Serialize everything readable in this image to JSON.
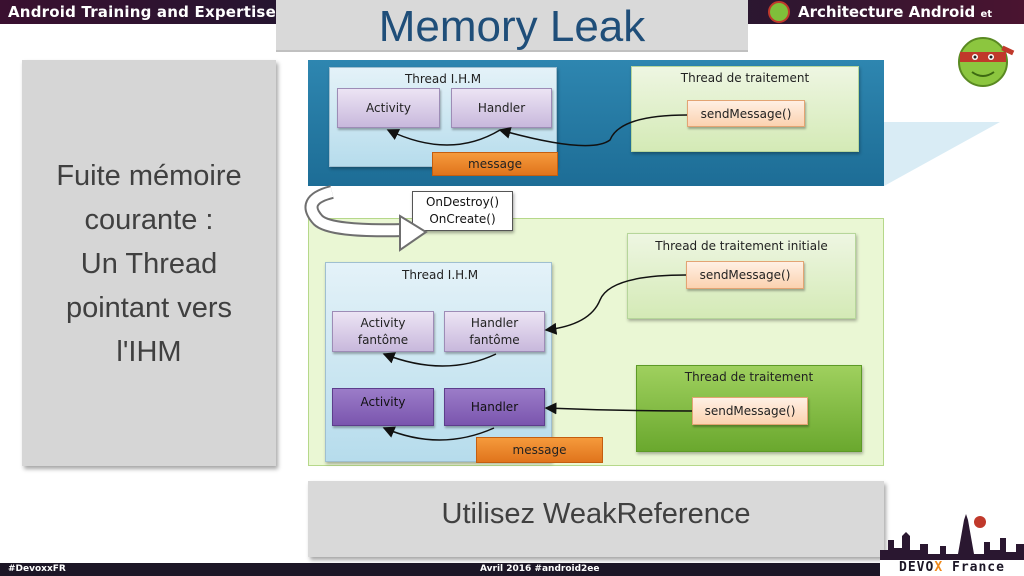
{
  "header": {
    "left_title": "Android Training and Expertise",
    "right_title": "Architecture Android",
    "right_suffix": "et bonnes pratiques"
  },
  "slide": {
    "title": "Memory Leak",
    "left_text_lines": [
      "Fuite mémoire",
      "courante :",
      "Un Thread",
      "pointant vers",
      "l'IHM"
    ],
    "bottom_text": "Utilisez WeakReference"
  },
  "diagram": {
    "top": {
      "ui_thread_label": "Thread I.H.M",
      "activity": "Activity",
      "handler": "Handler",
      "message": "message",
      "worker_thread_label": "Thread de traitement",
      "send_message": "sendMessage()"
    },
    "lifecycle": {
      "line1": "OnDestroy()",
      "line2": "OnCreate()"
    },
    "bottom": {
      "ui_thread_label": "Thread I.H.M",
      "ghost_activity_line1": "Activity",
      "ghost_activity_line2": "fantôme",
      "ghost_handler_line1": "Handler",
      "ghost_handler_line2": "fantôme",
      "activity": "Activity",
      "handler": "Handler",
      "message": "message",
      "initial_thread_label": "Thread de traitement initiale",
      "initial_send_message": "sendMessage()",
      "worker_thread_label": "Thread de traitement",
      "send_message": "sendMessage()"
    }
  },
  "footer": {
    "hashtag": "#DevoxxFR",
    "event": "Avril 2016 #android2ee",
    "brand_pre": "DEVO",
    "brand_x": "X",
    "brand_post": "France"
  },
  "colors": {
    "title": "#1f4e79",
    "top_panel": "#2478a3",
    "bottom_panel": "#eaf7d4",
    "message": "#e8822c"
  }
}
